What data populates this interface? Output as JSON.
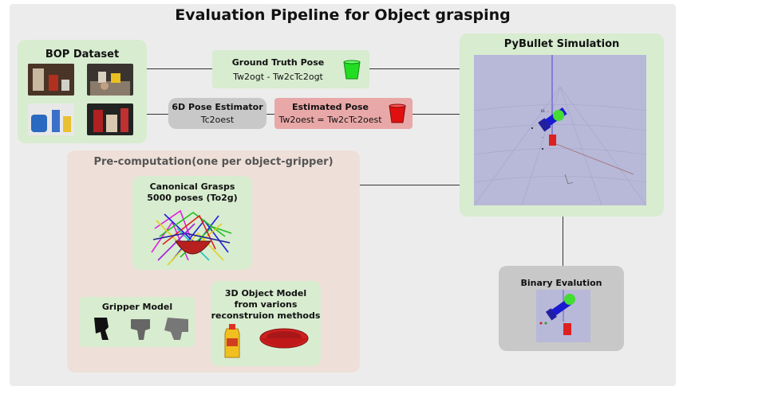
{
  "title": "Evaluation Pipeline for Object grasping",
  "bop": {
    "label": "BOP Dataset"
  },
  "ground_truth": {
    "label": "Ground Truth Pose",
    "formula": "Tw2ogt - Tw2cTc2ogt",
    "cup_color": "#22dd22"
  },
  "estimator": {
    "label": "6D Pose Estimator",
    "value": "Tc2oest"
  },
  "estimated": {
    "label": "Estimated Pose",
    "formula": "Tw2oest = Tw2cTc2oest",
    "cup_color": "#e01010"
  },
  "pybullet": {
    "label": "PyBullet Simulation"
  },
  "precomp": {
    "label": "Pre-computation(one per object-gripper)",
    "canonical_title": "Canonical Grasps",
    "canonical_sub": "5000 poses (To2g)",
    "gripper_label": "Gripper Model",
    "object_line1": "3D Object Model",
    "object_line2": "from varions",
    "object_line3": "reconstruion methods"
  },
  "binary": {
    "label": "Binary Evalution"
  },
  "colors": {
    "green_box": "#d8ecd0",
    "peach_box": "#eee0d8",
    "grey_box": "#c8c8c8",
    "red_box": "#e9a8a8",
    "sim_bg": "#b8b8d8"
  }
}
